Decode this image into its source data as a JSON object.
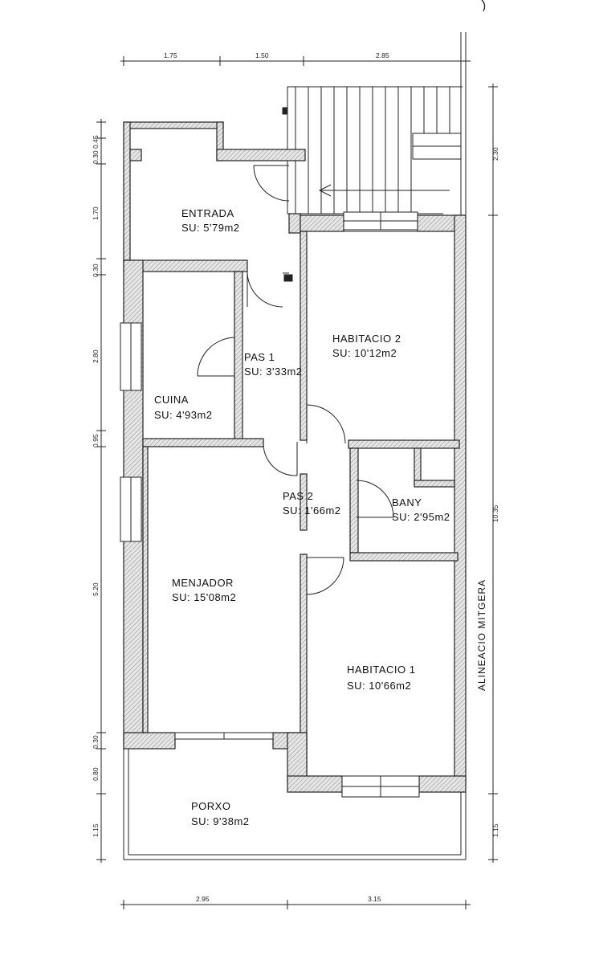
{
  "rooms": {
    "entrada": {
      "name": "ENTRADA",
      "area": "SU:  5'79m2"
    },
    "pas1": {
      "name": "PAS 1",
      "area": "SU:  3'33m2"
    },
    "habitacio2": {
      "name": "HABITACIO 2",
      "area": "SU:  10'12m2"
    },
    "cuina": {
      "name": "CUINA",
      "area": "SU:  4'93m2"
    },
    "pas2": {
      "name": "PAS 2",
      "area": "SU:  1'66m2"
    },
    "bany": {
      "name": "BANY",
      "area": "SU:  2'95m2"
    },
    "menjador": {
      "name": "MENJADOR",
      "area": "SU:  15'08m2"
    },
    "habitacio1": {
      "name": "HABITACIO 1",
      "area": "SU:  10'66m2"
    },
    "porxo": {
      "name": "PORXO",
      "area": "SU:  9'38m2"
    }
  },
  "side_label": "ALINEACIO MITGERA",
  "dimensions": {
    "top": [
      "1.75",
      "1.50",
      "2.85"
    ],
    "bottom": [
      "2.95",
      "3.15"
    ],
    "left": [
      "0.30",
      "0.45",
      "1.70",
      "0.30",
      "2.80",
      "0.95",
      "5.20",
      "0.30",
      "0.80",
      "1.15"
    ],
    "right": [
      "2.30",
      "10.35",
      "1.15"
    ]
  }
}
